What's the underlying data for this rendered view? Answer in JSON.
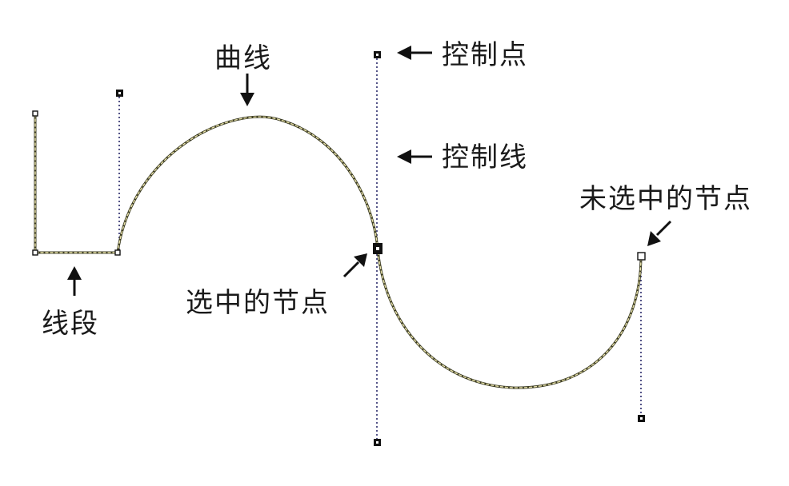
{
  "labels": {
    "curve": "曲线",
    "control_point": "控制点",
    "control_line": "控制线",
    "unselected_node": "未选中的节点",
    "selected_node": "选中的节点",
    "line_segment": "线段"
  },
  "colors": {
    "background": "#ffffff",
    "path_stroke": "#3a3a22",
    "path_highlight": "#e8e2a8",
    "control_line": "#2a2a6a",
    "text": "#1a1a1a",
    "arrow": "#111111"
  },
  "icons": {
    "arrow": "arrow-icon",
    "node": "node-icon",
    "control_point": "control-point-icon"
  }
}
